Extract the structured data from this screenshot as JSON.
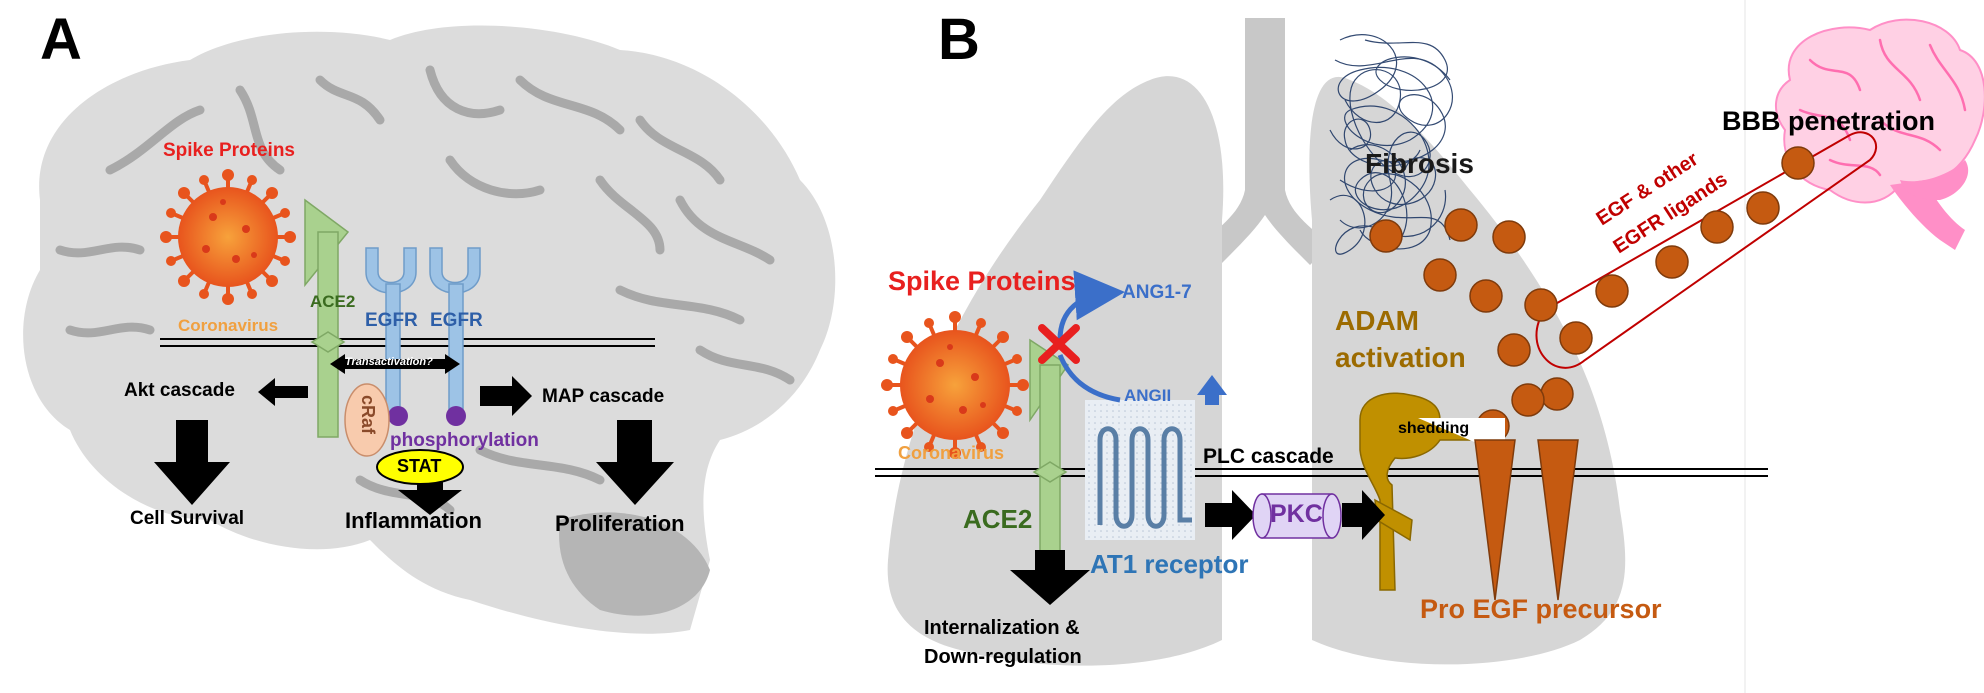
{
  "panel_a": {
    "letter": "A",
    "spike_label": "Spike Proteins",
    "virus_label": "Coronavirus",
    "ace2_label": "ACE2",
    "egfr_labels": [
      "EGFR",
      "EGFR"
    ],
    "transactivation_label": "Transactivation?",
    "craf_label": "cRaf",
    "akt_label": "Akt cascade",
    "map_label": "MAP cascade",
    "phosphorylation_label": "phosphorylation",
    "stat_label": "STAT",
    "cell_survival_label": "Cell Survival",
    "inflammation_label": "Inflammation",
    "proliferation_label": "Proliferation"
  },
  "panel_b": {
    "letter": "B",
    "spike_label": "Spike Proteins",
    "virus_label": "Coronavirus",
    "ang17_label": "ANG1-7",
    "angii_label": "ANGII",
    "ace2_label": "ACE2",
    "at1_label": "AT1 receptor",
    "plc_label": "PLC cascade",
    "pkc_label": "PKC",
    "internalization_line1": "Internalization &",
    "internalization_line2": "Down-regulation",
    "fibrosis_label": "Fibrosis",
    "adam_line1": "ADAM",
    "adam_line2": "activation",
    "shedding_label": "shedding",
    "pro_egf_label": "Pro EGF precursor",
    "bbb_label": "BBB penetration",
    "egf_ligand_line1": "EGF & other",
    "egf_ligand_line2": "EGFR ligands"
  },
  "colors": {
    "brain_gray": "#d9d9d9",
    "brain_fold": "#a6a6a6",
    "lung_gray": "#d6d6d6",
    "spike_red": "#e8201f",
    "virus_orange": "#f08a2c",
    "ace2_green": "#a9d18e",
    "ace2_text": "#3a6b1f",
    "egfr_blue": "#9dc3e6",
    "egfr_text": "#2e5fa8",
    "phos_purple": "#7030a0",
    "stat_yellow": "#ffff00",
    "craf_fill": "#f8cbad",
    "adam_brown": "#c09000",
    "pro_egf_orange": "#c55a11",
    "ball_fill": "#c55a11",
    "brain_pink": "#ff8fc7",
    "egf_capsule_red": "#c00000",
    "pkc_fill": "#e0d4f5",
    "pkc_text": "#7030a0"
  }
}
